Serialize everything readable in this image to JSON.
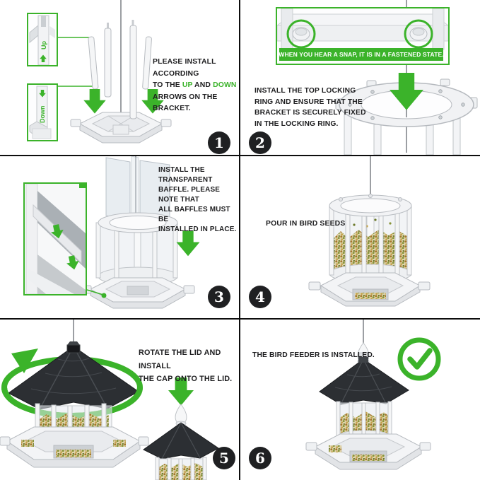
{
  "colors": {
    "accent": "#3bb32a",
    "ink": "#1d1d1f",
    "badge_bg": "#1f2022",
    "grid_line": "#0d0d0d"
  },
  "steps": {
    "one": {
      "number": "1",
      "text_pre": "PLEASE INSTALL ACCORDING\nTO THE ",
      "text_up": "UP",
      "text_and": " AND ",
      "text_down": "DOWN",
      "text_post": "\nARROWS ON THE BRACKET.",
      "inset_up_label": "Up",
      "inset_down_label": "Down"
    },
    "two": {
      "number": "2",
      "banner": "WHEN YOU HEAR A SNAP, IT IS IN A FASTENED STATE.",
      "instruction": "INSTALL THE TOP LOCKING\nRING AND ENSURE THAT THE\nBRACKET IS SECURELY FIXED\nIN THE LOCKING RING."
    },
    "three": {
      "number": "3",
      "instruction": "INSTALL THE TRANSPARENT\nBAFFLE. PLEASE NOTE THAT\nALL BAFFLES MUST BE\nINSTALLED IN PLACE."
    },
    "four": {
      "number": "4",
      "instruction": "POUR IN BIRD SEEDS"
    },
    "five": {
      "number": "5",
      "instruction": "ROTATE THE LID AND INSTALL\nTHE CAP ONTO THE LID."
    },
    "six": {
      "number": "6",
      "instruction": "THE BIRD FEEDER IS INSTALLED."
    }
  }
}
